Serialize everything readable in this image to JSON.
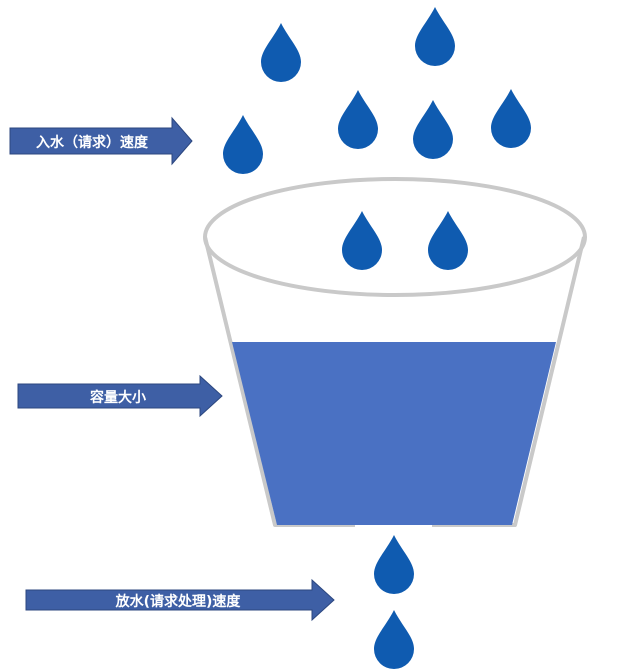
{
  "labels": {
    "inflow_rate": "入水（请求）速度",
    "capacity": "容量大小",
    "outflow_rate": "放水(请求处理)速度"
  },
  "colors": {
    "arrow_fill": "#3E5FA5",
    "arrow_stroke": "#2C477F",
    "drop": "#0F5BB0",
    "water": "#4A71C3",
    "bucket_outline": "#C9C9C9",
    "label_text": "#FFFFFF"
  }
}
